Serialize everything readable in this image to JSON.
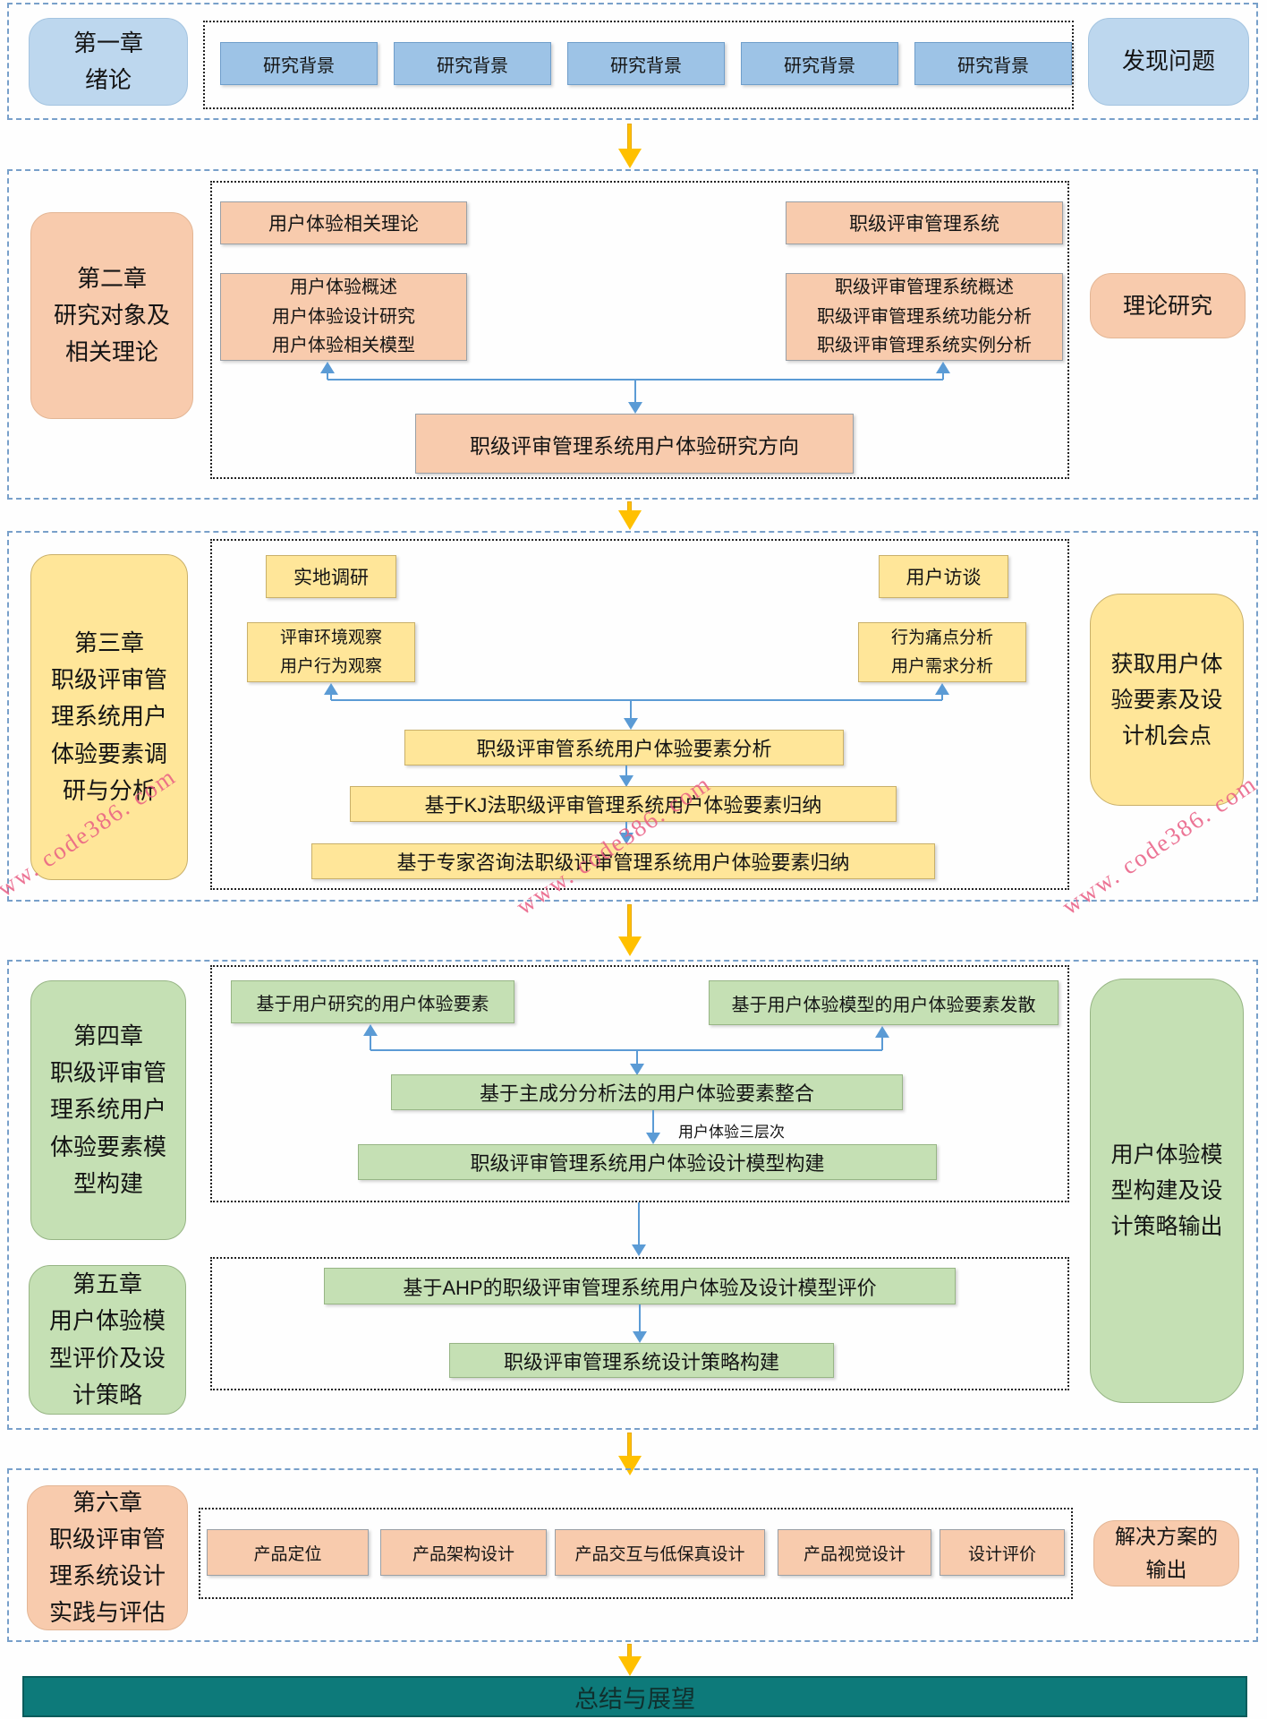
{
  "watermark": {
    "text": "www. code386. com",
    "color": "#e95c82"
  },
  "footer": {
    "label": "总结与展望",
    "bg": "#0d7a7a"
  },
  "colors": {
    "blue_box": "#9dc3e6",
    "blue_round": "#bdd7ee",
    "orange": "#f8cbad",
    "yellow": "#ffe699",
    "green": "#c5e0b4",
    "teal": "#0d7a7a",
    "section_arrow": "#ffc000",
    "connector": "#5b9bd5"
  },
  "sections": {
    "s1": {
      "chapter": "第一章\n绪论",
      "items": [
        "研究背景",
        "研究背景",
        "研究背景",
        "研究背景",
        "研究背景"
      ],
      "output": "发现问题"
    },
    "s2": {
      "chapter": "第二章\n研究对象及\n相关理论",
      "left_title": "用户体验相关理论",
      "left_detail": "用户体验概述\n用户体验设计研究\n用户体验相关模型",
      "right_title": "职级评审管理系统",
      "right_detail": "职级评审管理系统概述\n职级评审管理系统功能分析\n职级评审管理系统实例分析",
      "merge": "职级评审管理系统用户体验研究方向",
      "output": "理论研究"
    },
    "s3": {
      "chapter": "第三章\n职级评审管\n理系统用户\n体验要素调\n研与分析",
      "left_title": "实地调研",
      "left_detail": "评审环境观察\n用户行为观察",
      "right_title": "用户访谈",
      "right_detail": "行为痛点分析\n用户需求分析",
      "step1": "职级评审管系统用户体验要素分析",
      "step2": "基于KJ法职级评审管理系统用户体验要素归纳",
      "step3": "基于专家咨询法职级评审管理系统用户体验要素归纳",
      "output": "获取用户体\n验要素及设\n计机会点"
    },
    "s4": {
      "chapter": "第四章\n职级评审管\n理系统用户\n体验要素模\n型构建",
      "left_box": "基于用户研究的用户体验要素",
      "right_box": "基于用户体验模型的用户体验要素发散",
      "merge": "基于主成分分析法的用户体验要素整合",
      "note": "用户体验三层次",
      "result": "职级评审管理系统用户体验设计模型构建"
    },
    "s5": {
      "chapter": "第五章\n用户体验模\n型评价及设\n计策略",
      "box1": "基于AHP的职级评审管理系统用户体验及设计模型评价",
      "box2": "职级评审管理系统设计策略构建",
      "output": "用户体验模\n型构建及设\n计策略输出"
    },
    "s6": {
      "chapter": "第六章\n职级评审管\n理系统设计\n实践与评估",
      "items": [
        "产品定位",
        "产品架构设计",
        "产品交互与低保真设计",
        "产品视觉设计",
        "设计评价"
      ],
      "output": "解决方案的\n输出"
    }
  }
}
